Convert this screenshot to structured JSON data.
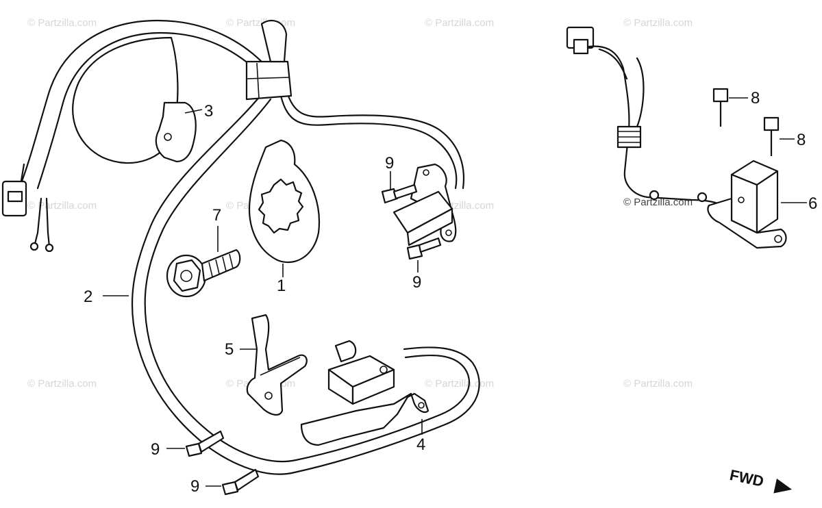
{
  "watermark": {
    "text": "© Partzilla.com"
  },
  "callouts": [
    {
      "id": "c1",
      "label": "1"
    },
    {
      "id": "c2",
      "label": "2"
    },
    {
      "id": "c3",
      "label": "3"
    },
    {
      "id": "c4",
      "label": "4"
    },
    {
      "id": "c5",
      "label": "5"
    },
    {
      "id": "c6",
      "label": "6"
    },
    {
      "id": "c7",
      "label": "7"
    },
    {
      "id": "c8a",
      "label": "8"
    },
    {
      "id": "c8b",
      "label": "8"
    },
    {
      "id": "c9a",
      "label": "9"
    },
    {
      "id": "c9b",
      "label": "9"
    },
    {
      "id": "c9c",
      "label": "9"
    },
    {
      "id": "c9d",
      "label": "9"
    }
  ],
  "direction_indicator": {
    "label": "FWD",
    "icon": "arrow-right-icon"
  }
}
